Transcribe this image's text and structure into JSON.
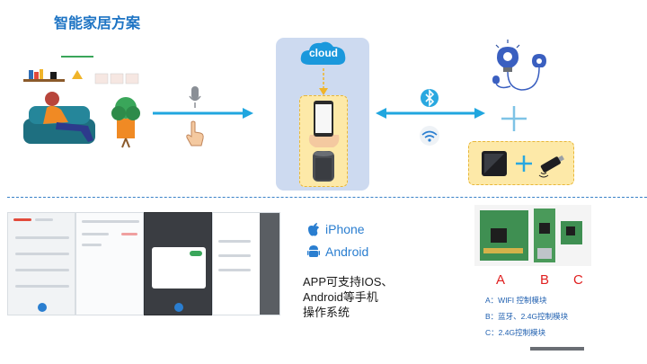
{
  "title": "智能家居方案",
  "cloud": {
    "label": "cloud"
  },
  "os": {
    "iphone": "iPhone",
    "android": "Android"
  },
  "app_text": [
    "APP可支持IOS、",
    "Android等手机",
    "操作系统"
  ],
  "modules": {
    "labels": [
      "A",
      "B",
      "C"
    ],
    "legend": [
      "A：WIFI 控制模块",
      "B：蓝牙、2.4G控制模块",
      "C：2.4G控制模块"
    ]
  },
  "colors": {
    "arrow": "#20a6df",
    "title": "#1e74c4",
    "label_red": "#e02020",
    "panel": "#cddaf0",
    "dashed_box": "#fde9a8"
  }
}
